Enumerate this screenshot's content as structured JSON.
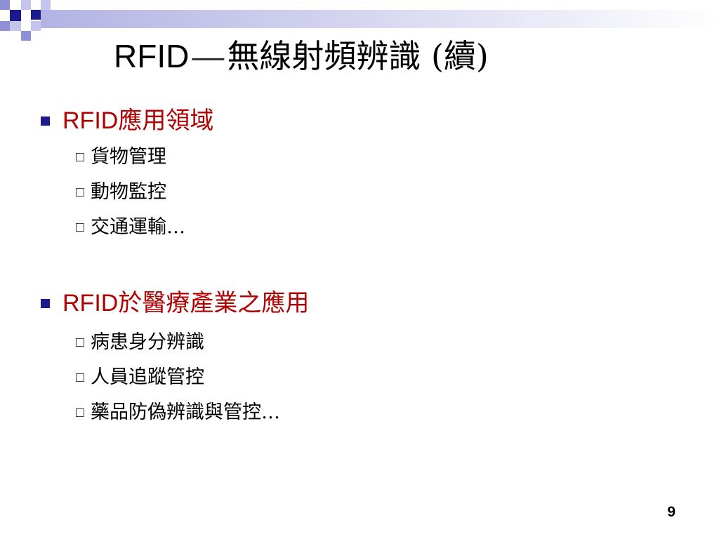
{
  "title": {
    "latin": "RFID",
    "dash": "—",
    "rest": "無線射頻辨識 (續)"
  },
  "sections": [
    {
      "heading_latin": "RFID",
      "heading_rest": "應用領域",
      "items": [
        "貨物管理",
        "動物監控",
        "交通運輸…"
      ]
    },
    {
      "heading_latin": "RFID",
      "heading_rest": "於醫療產業之應用",
      "items": [
        "病患身分辨識",
        "人員追蹤管控",
        "藥品防偽辨識與管控…"
      ]
    }
  ],
  "page_number": "9",
  "colors": {
    "accent_dark": "#1a1a8c",
    "heading_red": "#b00000"
  }
}
